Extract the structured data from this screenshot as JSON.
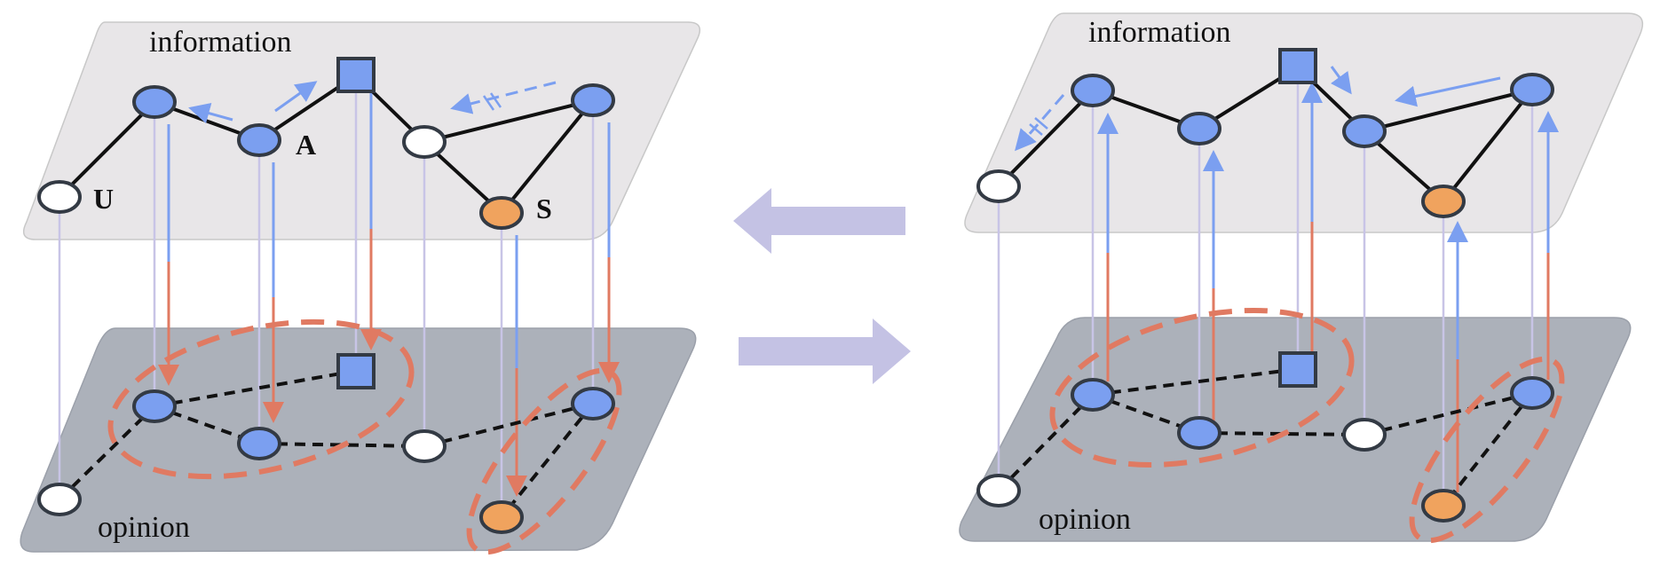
{
  "left_panel": {
    "top_plane_label": "information",
    "bottom_plane_label": "opinion",
    "node_labels": {
      "u": "U",
      "a": "A",
      "s": "S"
    }
  },
  "right_panel": {
    "top_plane_label": "information",
    "bottom_plane_label": "opinion"
  },
  "colors": {
    "top_plane": "#e8e6e8",
    "bottom_plane": "#a9aeb8",
    "node_blue": "#7b9ff0",
    "node_orange": "#f0a35e",
    "node_white": "#ffffff",
    "node_stroke": "#333a44",
    "info_arrow": "#7b9ff0",
    "influence_red": "#e07a62",
    "vertical_link": "#c8c4e6",
    "big_arrow": "#c4c2e4"
  }
}
